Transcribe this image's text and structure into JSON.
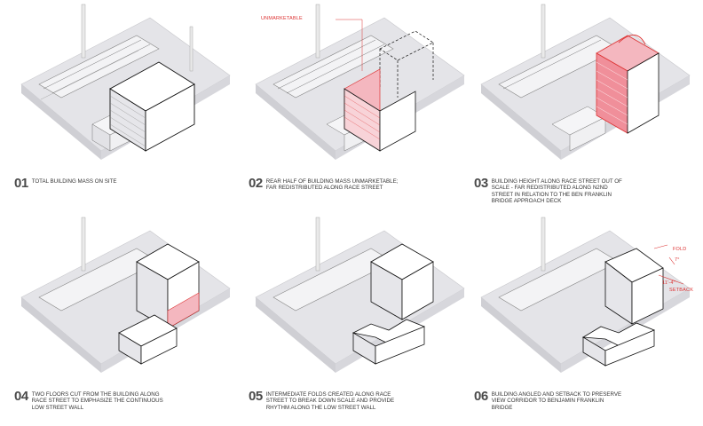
{
  "panels": [
    {
      "num": "01",
      "caption": "TOTAL BUILDING MASS ON SITE"
    },
    {
      "num": "02",
      "caption": "REAR HALF OF BUILDING MASS UNMARKETABLE; FAR REDISTRIBUTED ALONG RACE STREET"
    },
    {
      "num": "03",
      "caption": "BUILDING HEIGHT ALONG RACE STREET OUT OF SCALE - FAR REDISTRIBUTED ALONG N2ND STREET IN RELATION TO THE BEN FRANKLIN BRIDGE APPROACH DECK"
    },
    {
      "num": "04",
      "caption": "TWO FLOORS CUT FROM THE BUILDING ALONG RACE STREET TO EMPHASIZE THE CONTINUOUS LOW STREET WALL"
    },
    {
      "num": "05",
      "caption": "INTERMEDIATE FOLDS CREATED ALONG RACE STREET TO BREAK DOWN SCALE AND PROVIDE RHYTHM ALONG THE LOW STREET WALL"
    },
    {
      "num": "06",
      "caption": "BUILDING ANGLED AND SETBACK TO PRESERVE VIEW CORRIDOR TO BENJAMIN FRANKLIN BRIDGE"
    }
  ],
  "annotations": {
    "unmarketable": "UNMARKETABLE",
    "fold": "FOLD",
    "angle": "7°",
    "setback_dim": "11'-4\"",
    "setback": "SETBACK"
  },
  "colors": {
    "accent": "#e0505a",
    "line": "#1a1a1a",
    "face": "#ffffff",
    "shade": "#dcdce0"
  }
}
